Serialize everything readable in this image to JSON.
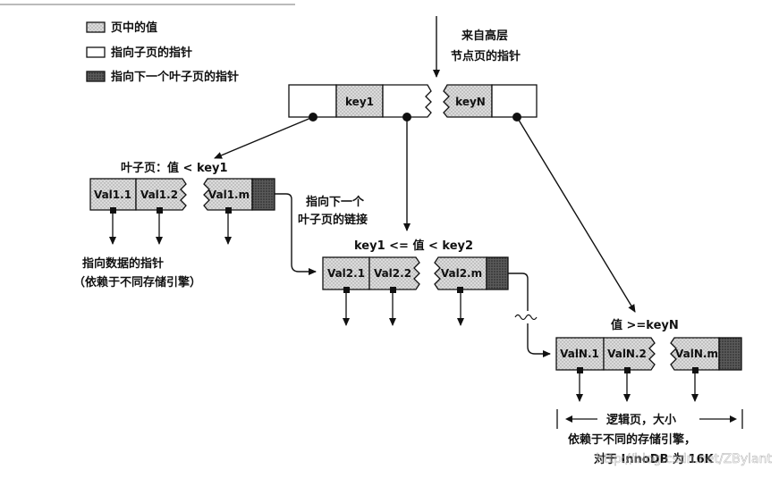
{
  "legend": {
    "page_values": "页中的值",
    "child_page_pointer": "指向子页的指针",
    "next_leaf_pointer": "指向下一个叶子页的指针"
  },
  "root_caption": {
    "line1": "来自高层",
    "line2": "节点页的指针"
  },
  "root_node": {
    "key_first": "key1",
    "key_last": "keyN"
  },
  "leaf1": {
    "caption": "叶子页：值 < key1",
    "cells": [
      "Val1.1",
      "Val1.2",
      "Val1.m"
    ]
  },
  "leaf2": {
    "caption": "key1 <= 值 < key2",
    "cells": [
      "Val2.1",
      "Val2.2",
      "Val2.m"
    ]
  },
  "leafN": {
    "caption": "值 >=keyN",
    "cells": [
      "ValN.1",
      "ValN.2",
      "ValN.m"
    ]
  },
  "next_link_caption": {
    "line1": "指向下一个",
    "line2": "叶子页的链接"
  },
  "data_pointer_caption": {
    "line1": "指向数据的指针",
    "line2": "（依赖于不同存储引擎）"
  },
  "logical_page_caption": {
    "line1": "逻辑页，大小",
    "line2": "依赖于不同的存储引擎，",
    "line3": "对于 InnoDB 为 16K"
  },
  "watermark": "http://blog.csdn.net/ZBylant",
  "colors": {
    "value_fill": "#d4d4d4",
    "pointer_fill": "#ffffff",
    "next_pointer_fill": "#555555",
    "line": "#111111"
  }
}
